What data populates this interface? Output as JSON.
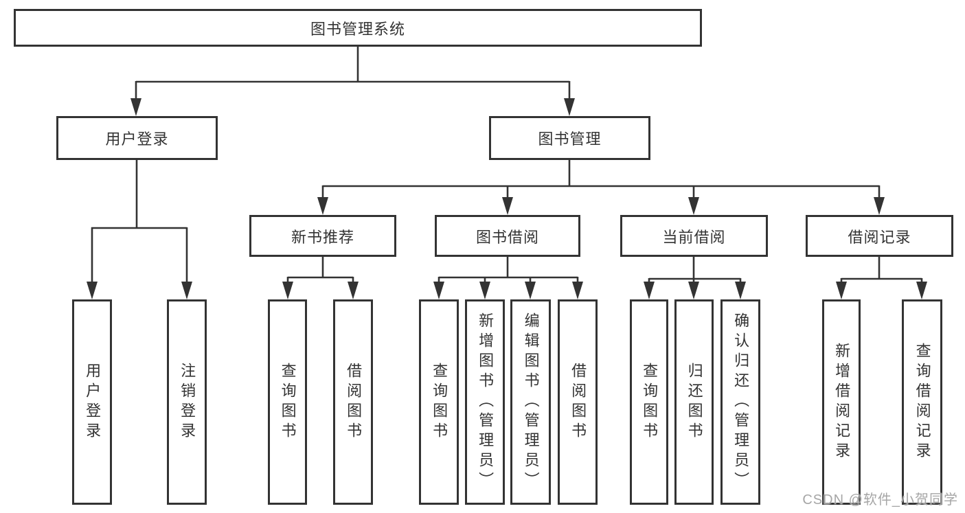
{
  "nodes": {
    "root": "图书管理系统",
    "userLogin": "用户登录",
    "bookMgmt": "图书管理",
    "newBookRec": "新书推荐",
    "bookBorrow": "图书借阅",
    "currentBorrow": "当前借阅",
    "borrowRecords": "借阅记录",
    "leafUserLogin": "用户登录",
    "leafLogout": "注销登录",
    "leafQueryBooks1": "查询图书",
    "leafBorrowBooks1": "借阅图书",
    "leafQueryBooks2": "查询图书",
    "leafAddBooks": "新增图书（管理员）",
    "leafEditBooks": "编辑图书（管理员）",
    "leafBorrowBooks2": "借阅图书",
    "leafQueryBooks3": "查询图书",
    "leafReturnBooks": "归还图书",
    "leafConfirmReturn": "确认归还（管理员）",
    "leafAddBorrowRecord": "新增借阅记录",
    "leafQueryBorrowRecord": "查询借阅记录"
  },
  "watermark": "CSDN @软件_小贺同学",
  "colors": {
    "line": "#333333",
    "text": "#333333",
    "watermark": "#a6a6a6",
    "background": "#ffffff"
  }
}
